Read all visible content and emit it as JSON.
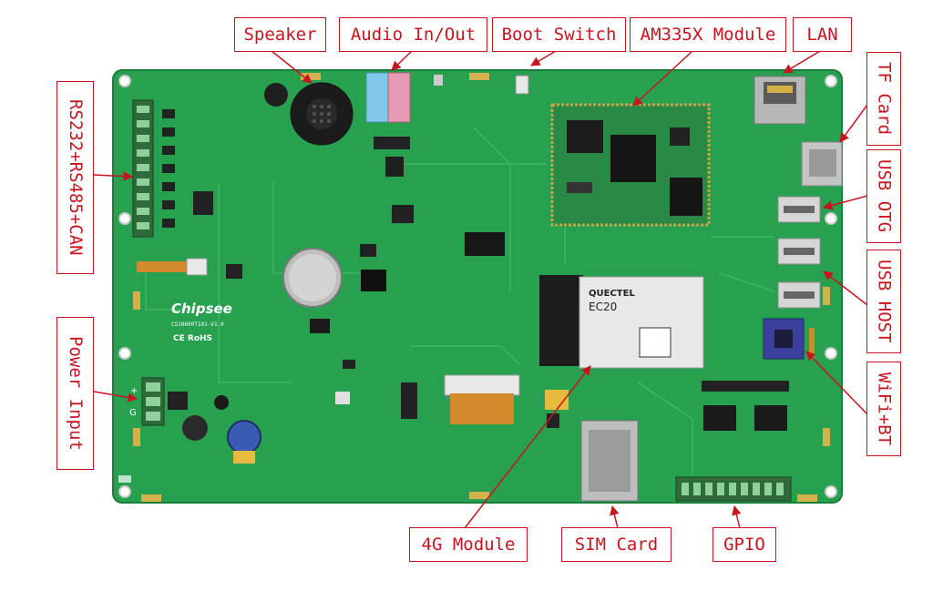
{
  "colors": {
    "board": "#27a04f",
    "board_dark": "#1c7d3b",
    "trace": "#3dbb66",
    "label": "#c8141e",
    "connector": "#2f6b3a"
  },
  "board": {
    "brand": "Chipsee",
    "model": "CS10600T101-V1.0",
    "marks": "CE  RoHS",
    "wifi_chip": "",
    "g_mark": "G",
    "plus_mark": "+"
  },
  "modem": {
    "brand": "QUECTEL",
    "model": "EC20"
  },
  "labels": {
    "speaker": "Speaker",
    "audio": "Audio In/Out",
    "boot": "Boot Switch",
    "am335x": "AM335X Module",
    "lan": "LAN",
    "tf_card": "TF Card",
    "usb_otg": "USB OTG",
    "usb_host": "USB HOST",
    "wifi_bt": "WiFi+BT",
    "gpio": "GPIO",
    "sim_card": "SIM Card",
    "module_4g": "4G Module",
    "power_input": "Power Input",
    "serial": "RS232+RS485+CAN"
  }
}
